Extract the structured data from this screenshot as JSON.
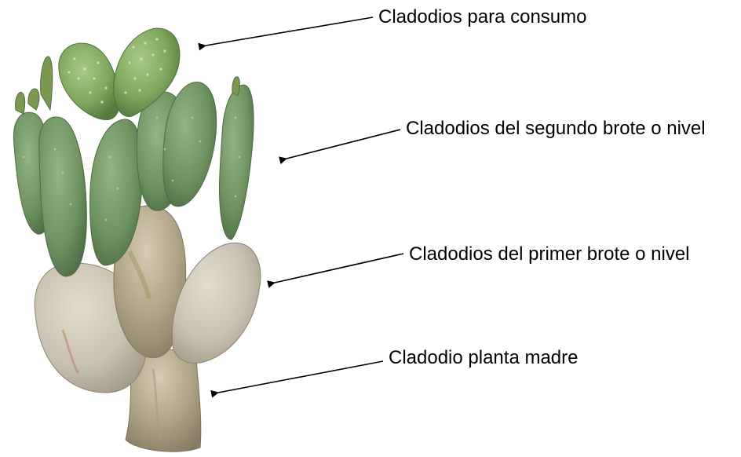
{
  "annotations": [
    {
      "text": "Cladodios para consumo"
    },
    {
      "text": "Cladodios del segundo brote o nivel"
    },
    {
      "text": "Cladodios del primer brote o nivel"
    },
    {
      "text": "Cladodio planta madre"
    }
  ],
  "colors": {
    "background": "#ffffff",
    "text": "#000000",
    "arrow": "#000000",
    "young_pad": "#7fa85e",
    "mature_pad": "#6f9361",
    "woody_pad": "#c9c2b2"
  }
}
